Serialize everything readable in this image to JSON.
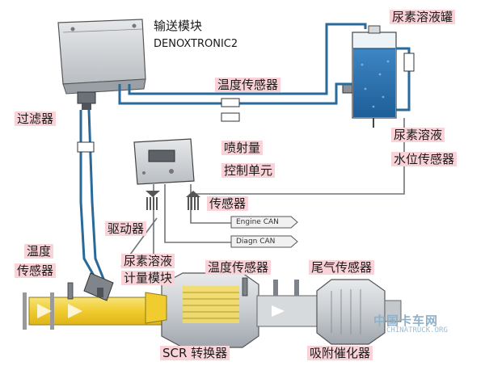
{
  "labels": {
    "delivery_module": "输送模块",
    "delivery_module_model": "DENOXTRONIC2",
    "urea_tank": "尿素溶液罐",
    "temp_sensor_top": "温度传感器",
    "filter": "过滤器",
    "urea_level_sensor_line1": "尿素溶液",
    "urea_level_sensor_line2": "水位传感器",
    "dosing_control_unit_line1": "喷射量",
    "dosing_control_unit_line2": "控制单元",
    "sensor": "传感器",
    "driver": "驱动器",
    "temp_sensor_left_line1": "温度",
    "temp_sensor_left_line2": "传感器",
    "urea_dosing_module_line1": "尿素溶液",
    "urea_dosing_module_line2": "计量模块",
    "temp_sensor_mid": "温度传感器",
    "exhaust_sensor": "尾气传感器",
    "scr_converter": "SCR 转换器",
    "adsorption_catalyst": "吸附催化器",
    "engine_can": "Engine CAN",
    "diagn_can": "Diagn CAN"
  },
  "watermark": {
    "main": "中国卡车网",
    "sub": "CHINATRUCK.ORG"
  },
  "colors": {
    "label_bg": "#f9d3d8",
    "urea_fluid": "#2f78b8",
    "exhaust_pipe": "#f2d240",
    "catalyst": "#cfd3d6",
    "pipe_line": "#2a6a9a"
  }
}
